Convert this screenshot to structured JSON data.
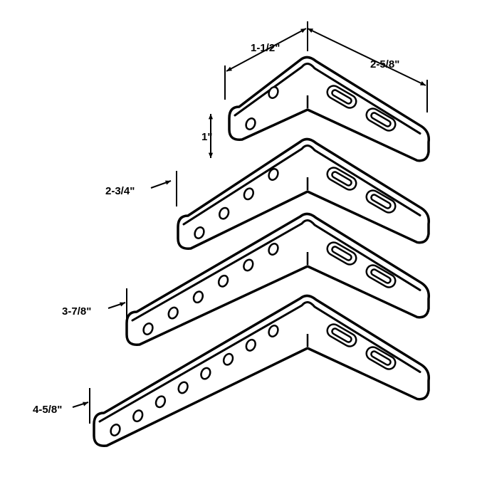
{
  "diagram": {
    "brackets": [
      {
        "id": "b1",
        "holes": 2,
        "label": "1\""
      },
      {
        "id": "b2",
        "holes": 4,
        "label": "2-3/4\""
      },
      {
        "id": "b3",
        "holes": 6,
        "label": "3-7/8\""
      },
      {
        "id": "b4",
        "holes": 8,
        "label": "4-5/8\""
      }
    ],
    "top_labels": {
      "short_leg": "1-1/2\"",
      "long_leg": "2-5/8\""
    }
  }
}
